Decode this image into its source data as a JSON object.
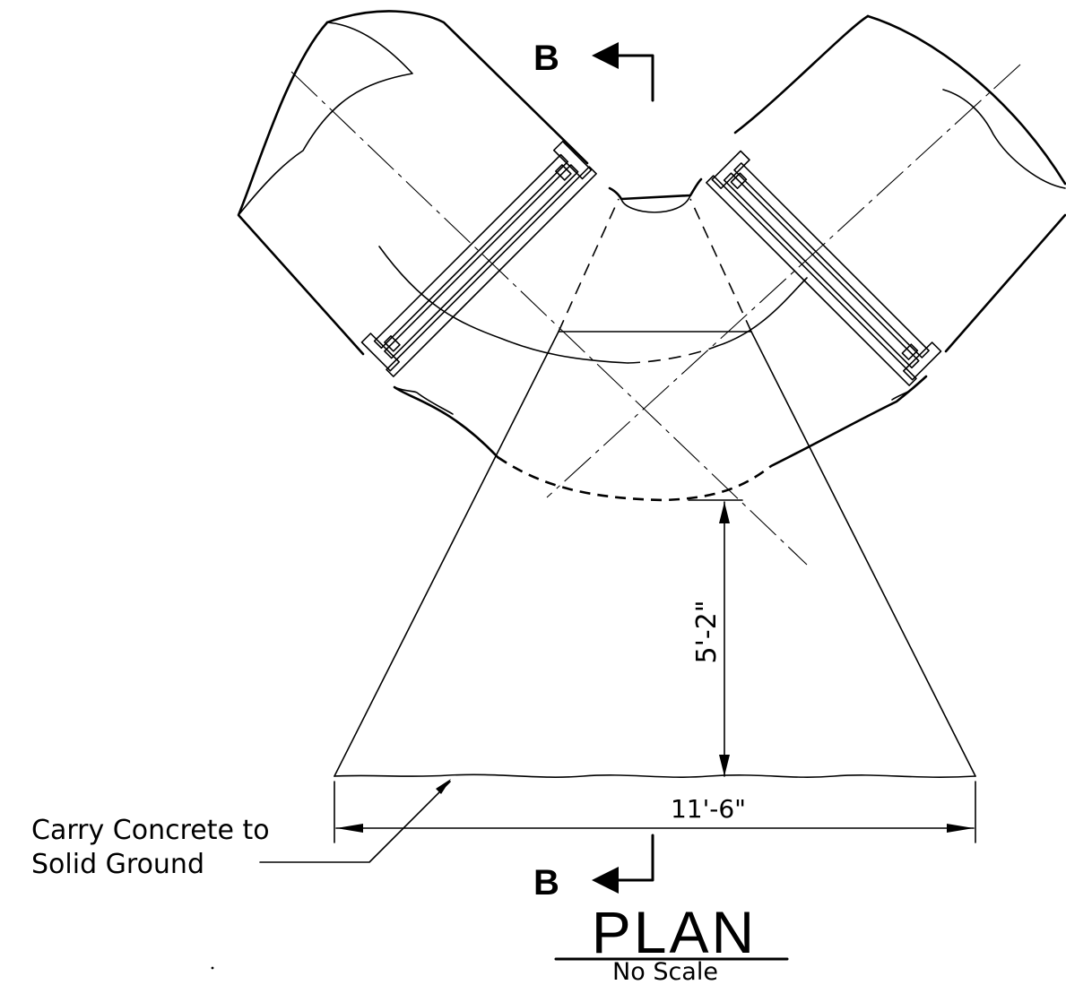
{
  "drawing": {
    "section_marker_top": "B",
    "section_marker_bottom": "B",
    "dimension_height": "5'-2\"",
    "dimension_width": "11'-6\"",
    "note_line1": "Carry Concrete to",
    "note_line2": "Solid Ground",
    "title": "PLAN",
    "subtitle": "No Scale"
  }
}
